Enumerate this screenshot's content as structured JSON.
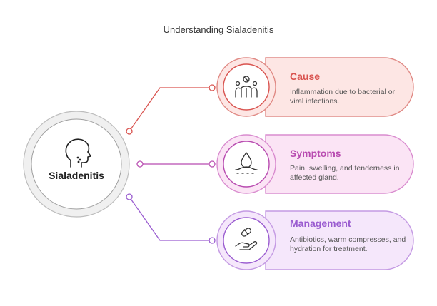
{
  "title": "Understanding Sialadenitis",
  "center": {
    "label": "Sialadenitis",
    "icon": "head-profile-icon"
  },
  "colors": {
    "cause": "#d9534f",
    "symptoms": "#b84bb0",
    "management": "#9a5cd0",
    "center_ring": "#999999"
  },
  "items": [
    {
      "title": "Cause",
      "description": "Inflammation due to bacterial or viral infections.",
      "icon": "virus-person-icon"
    },
    {
      "title": "Symptoms",
      "description": "Pain, swelling, and tenderness in affected gland.",
      "icon": "skin-drop-icon"
    },
    {
      "title": "Management",
      "description": "Antibiotics, warm compresses, and hydration for treatment.",
      "icon": "pill-hand-icon"
    }
  ]
}
